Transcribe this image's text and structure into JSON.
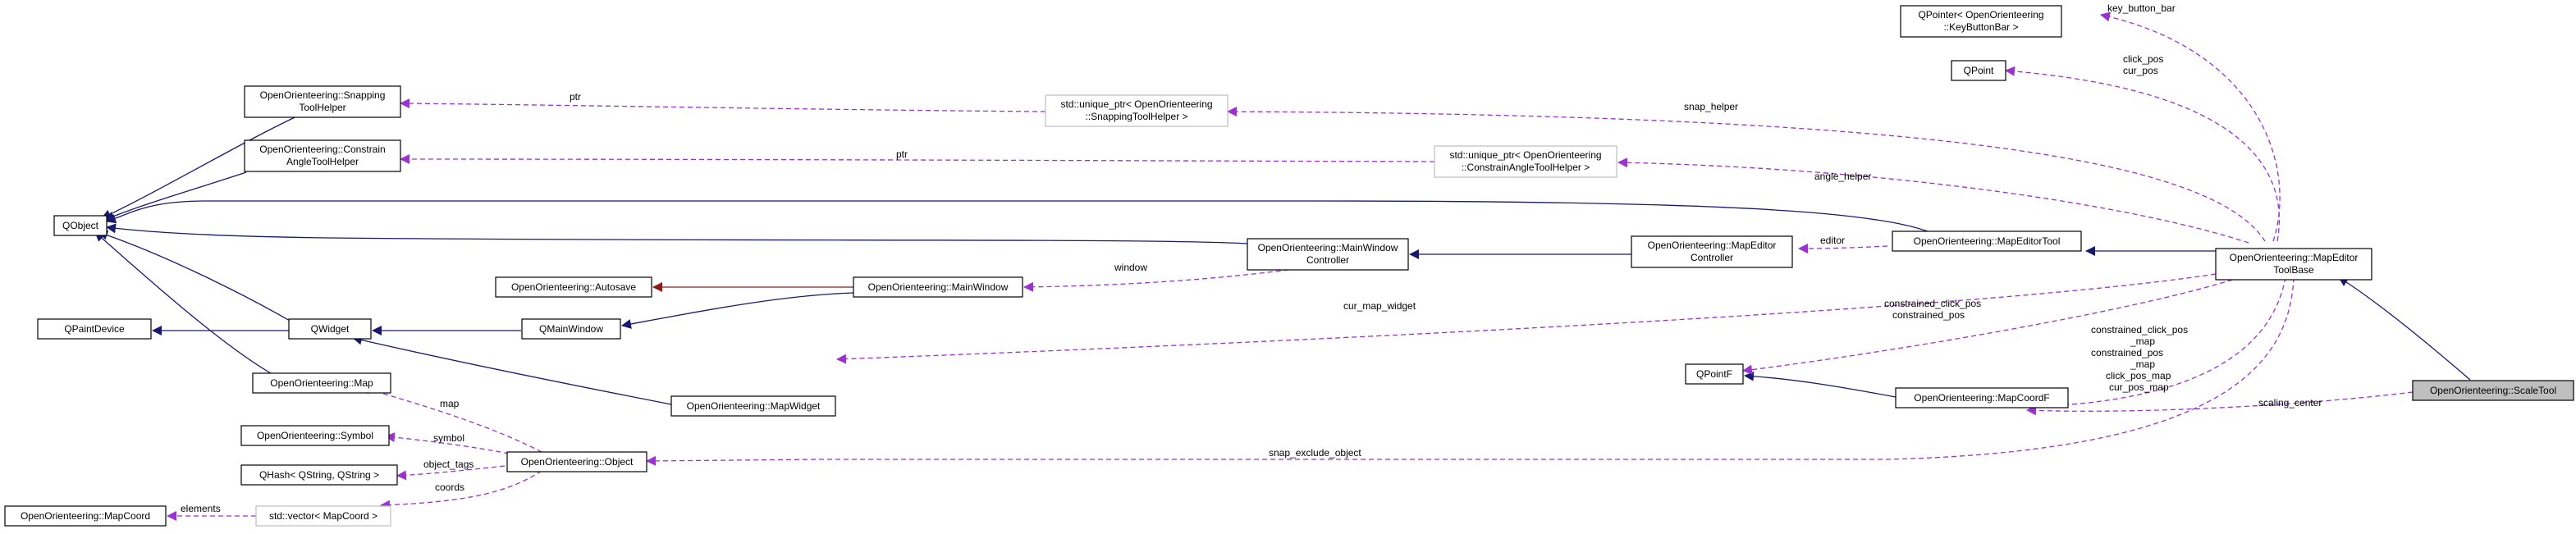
{
  "nodes": {
    "scaletool": {
      "lines": [
        "OpenOrienteering::ScaleTool"
      ]
    },
    "mapeditortoolbase": {
      "lines": [
        "OpenOrienteering::MapEditor",
        "ToolBase"
      ]
    },
    "mapeditortool": {
      "lines": [
        "OpenOrienteering::MapEditorTool"
      ]
    },
    "mapeditorcontroller": {
      "lines": [
        "OpenOrienteering::MapEditor",
        "Controller"
      ]
    },
    "mainwindowcontroller": {
      "lines": [
        "OpenOrienteering::MainWindow",
        "Controller"
      ]
    },
    "qobject": {
      "lines": [
        "QObject"
      ]
    },
    "snappingtoolhelper": {
      "lines": [
        "OpenOrienteering::Snapping",
        "ToolHelper"
      ]
    },
    "constrainangletoolhelper": {
      "lines": [
        "OpenOrienteering::Constrain",
        "AngleToolHelper"
      ]
    },
    "uptr_snapping": {
      "lines": [
        "std::unique_ptr< OpenOrienteering",
        "::SnappingToolHelper >"
      ]
    },
    "uptr_constrain": {
      "lines": [
        "std::unique_ptr< OpenOrienteering",
        "::ConstrainAngleToolHelper >"
      ]
    },
    "qpointer_kbb": {
      "lines": [
        "QPointer< OpenOrienteering",
        "::KeyButtonBar >"
      ]
    },
    "qpoint": {
      "lines": [
        "QPoint"
      ]
    },
    "qpointf": {
      "lines": [
        "QPointF"
      ]
    },
    "mapcoordf": {
      "lines": [
        "OpenOrienteering::MapCoordF"
      ]
    },
    "mainwindow": {
      "lines": [
        "OpenOrienteering::MainWindow"
      ]
    },
    "autosave": {
      "lines": [
        "OpenOrienteering::Autosave"
      ]
    },
    "qmainwindow": {
      "lines": [
        "QMainWindow"
      ]
    },
    "qwidget": {
      "lines": [
        "QWidget"
      ]
    },
    "qpaintdevice": {
      "lines": [
        "QPaintDevice"
      ]
    },
    "mapwidget": {
      "lines": [
        "OpenOrienteering::MapWidget"
      ]
    },
    "map": {
      "lines": [
        "OpenOrienteering::Map"
      ]
    },
    "symbol": {
      "lines": [
        "OpenOrienteering::Symbol"
      ]
    },
    "object": {
      "lines": [
        "OpenOrienteering::Object"
      ]
    },
    "qhash": {
      "lines": [
        "QHash< QString, QString >"
      ]
    },
    "vector_mapcoord": {
      "lines": [
        "std::vector< MapCoord >"
      ]
    },
    "mapcoord": {
      "lines": [
        "OpenOrienteering::MapCoord"
      ]
    }
  },
  "edge_labels": {
    "key_button_bar": "key_button_bar",
    "click_pos_cur_pos": [
      "click_pos",
      "cur_pos"
    ],
    "snap_helper": "snap_helper",
    "angle_helper": "angle_helper",
    "ptr_snapping": "ptr",
    "ptr_constrain": "ptr",
    "editor": "editor",
    "window": "window",
    "cur_map_widget": "cur_map_widget",
    "constrained_pos_qpointf": [
      "constrained_click_pos",
      "constrained_pos"
    ],
    "mapcoordf_members": [
      "constrained_click_pos",
      "_map",
      "constrained_pos",
      "_map",
      "click_pos_map",
      "cur_pos_map"
    ],
    "scaling_center": "scaling_center",
    "snap_exclude_object": "snap_exclude_object",
    "map": "map",
    "symbol": "symbol",
    "object_tags": "object_tags",
    "coords": "coords",
    "elements": "elements"
  },
  "colors": {
    "inheritance": "#191970",
    "usage": "#9a32cd",
    "private_inheritance": "#8b1a1a",
    "highlight_fill": "#bfbfbf",
    "template_border": "#bfbfbf"
  }
}
